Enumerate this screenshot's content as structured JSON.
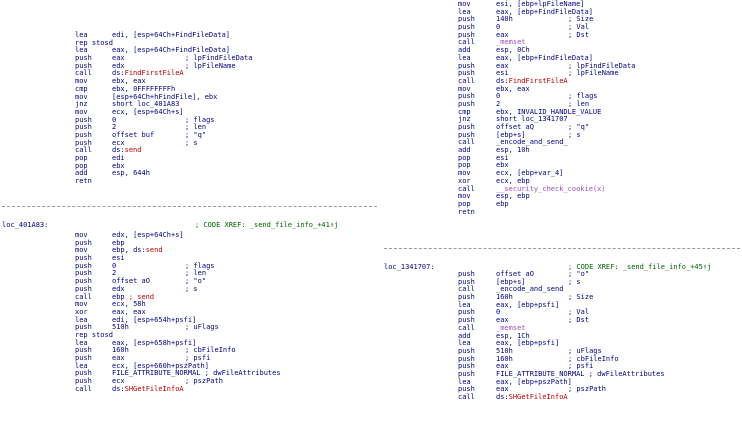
{
  "left_block1": [
    {
      "m": "lea",
      "o": "edi, [esp+64Ch+FindFileData]"
    },
    {
      "m": "rep stosd"
    },
    {
      "m": "lea",
      "o": "eax, [esp+64Ch+FindFileData]"
    },
    {
      "m": "push",
      "o": "eax",
      "c": "; lpFindFileData"
    },
    {
      "m": "push",
      "o": "edx",
      "c": "; lpFileName"
    },
    {
      "m": "call",
      "o": "ds:",
      "r": "FindFirstFileA"
    },
    {
      "m": "mov",
      "o": "ebx, eax"
    },
    {
      "m": "cmp",
      "o": "ebx, 0FFFFFFFFh"
    },
    {
      "m": "mov",
      "o": "[esp+64Ch+hFindFile], ebx"
    },
    {
      "m": "jnz",
      "o": "short loc_401A83"
    },
    {
      "m": "mov",
      "o": "ecx, [esp+64Ch+s]"
    },
    {
      "m": "push",
      "o": "0",
      "c": "; flags"
    },
    {
      "m": "push",
      "o": "2",
      "c": "; len"
    },
    {
      "m": "push",
      "o": "offset buf",
      "c": "; \"q\""
    },
    {
      "m": "push",
      "o": "ecx",
      "c": "; s"
    },
    {
      "m": "call",
      "o": "ds:",
      "r": "send"
    },
    {
      "m": "pop",
      "o": "edi"
    },
    {
      "m": "pop",
      "o": "ebx"
    },
    {
      "m": "add",
      "o": "esp, 644h"
    },
    {
      "m": "retn"
    }
  ],
  "left_label": "loc_401A83:",
  "left_xref": "; CODE XREF: _send_file_info_+41↑j",
  "left_block2": [
    {
      "m": "mov",
      "o": "edx, [esp+64Ch+s]"
    },
    {
      "m": "push",
      "o": "ebp"
    },
    {
      "m": "mov",
      "o": "ebp, ds:",
      "r": "send"
    },
    {
      "m": "push",
      "o": "esi"
    },
    {
      "m": "push",
      "o": "0",
      "c": "; flags"
    },
    {
      "m": "push",
      "o": "2",
      "c": "; len"
    },
    {
      "m": "push",
      "o": "offset aO",
      "c": "; \"o\""
    },
    {
      "m": "push",
      "o": "edx",
      "c": "; s"
    },
    {
      "m": "call",
      "o": "ebp ",
      "r": "; send"
    },
    {
      "m": "mov",
      "o": "ecx, 58h"
    },
    {
      "m": "xor",
      "o": "eax, eax"
    },
    {
      "m": "lea",
      "o": "edi, [esp+654h+psfi]"
    },
    {
      "m": "push",
      "o": "510h",
      "c": "; uFlags"
    },
    {
      "m": "rep stosd"
    },
    {
      "m": "lea",
      "o": "eax, [esp+658h+psfi]"
    },
    {
      "m": "push",
      "o": "160h",
      "c": "; cbFileInfo"
    },
    {
      "m": "push",
      "o": "eax",
      "c": "; psfi"
    },
    {
      "m": "lea",
      "o": "ecx, [esp+660h+pszPath]"
    },
    {
      "m": "push",
      "o": "FILE_ATTRIBUTE_NORMAL ; dwFileAttributes"
    },
    {
      "m": "push",
      "o": "ecx",
      "c": "; pszPath"
    },
    {
      "m": "call",
      "o": "ds:",
      "r": "SHGetFileInfoA"
    }
  ],
  "right_block1": [
    {
      "m": "mov",
      "o": "esi, [ebp+lpFileName]"
    },
    {
      "m": "lea",
      "o": "eax, [ebp+FindFileData]"
    },
    {
      "m": "push",
      "o": "140h",
      "c": "; Size"
    },
    {
      "m": "push",
      "o": "0",
      "c": "; Val"
    },
    {
      "m": "push",
      "o": "eax",
      "c": "; Dst"
    },
    {
      "m": "call",
      "p": "_memset"
    },
    {
      "m": "add",
      "o": "esp, 0Ch"
    },
    {
      "m": "lea",
      "o": "eax, [ebp+FindFileData]"
    },
    {
      "m": "push",
      "o": "eax",
      "c": "; lpFindFileData"
    },
    {
      "m": "push",
      "o": "esi",
      "c": "; lpFileName"
    },
    {
      "m": "call",
      "o": "ds:",
      "r": "FindFirstFileA"
    },
    {
      "m": "mov",
      "o": "ebx, eax"
    },
    {
      "m": "push",
      "o": "0",
      "c": "; flags"
    },
    {
      "m": "push",
      "o": "2",
      "c": "; len"
    },
    {
      "m": "cmp",
      "o": "ebx, INVALID_HANDLE_VALUE"
    },
    {
      "m": "jnz",
      "o": "short loc_1341707"
    },
    {
      "m": "push",
      "o": "offset aQ",
      "c": "; \"q\""
    },
    {
      "m": "push",
      "o": "[ebp+s]",
      "c": "; s"
    },
    {
      "m": "call",
      "o": "_encode_and_send_"
    },
    {
      "m": "add",
      "o": "esp, 10h"
    },
    {
      "m": "pop",
      "o": "esi"
    },
    {
      "m": "pop",
      "o": "ebx"
    },
    {
      "m": "mov",
      "o": "ecx, [ebp+var_4]"
    },
    {
      "m": "xor",
      "o": "ecx, ebp"
    },
    {
      "m": "call",
      "p": "__security_check_cookie(x)"
    },
    {
      "m": "mov",
      "o": "esp, ebp"
    },
    {
      "m": "pop",
      "o": "ebp"
    },
    {
      "m": "retn"
    }
  ],
  "right_label": "loc_1341707:",
  "right_xref": "; CODE XREF: _send_file_info_+45↑j",
  "right_block2": [
    {
      "m": "push",
      "o": "offset aO",
      "c": "; \"o\""
    },
    {
      "m": "push",
      "o": "[ebp+s]",
      "c": "; s"
    },
    {
      "m": "call",
      "o": "_encode_and_send"
    },
    {
      "m": "push",
      "o": "160h",
      "c": "; Size"
    },
    {
      "m": "lea",
      "o": "eax, [ebp+psfi]"
    },
    {
      "m": "push",
      "o": "0",
      "c": "; Val"
    },
    {
      "m": "push",
      "o": "eax",
      "c": "; Dst"
    },
    {
      "m": "call",
      "p": "_memset"
    },
    {
      "m": "add",
      "o": "esp, 1Ch"
    },
    {
      "m": "lea",
      "o": "eax, [ebp+psfi]"
    },
    {
      "m": "push",
      "o": "510h",
      "c": "; uFlags"
    },
    {
      "m": "push",
      "o": "160h",
      "c": "; cbFileInfo"
    },
    {
      "m": "push",
      "o": "eax",
      "c": "; psfi"
    },
    {
      "m": "push",
      "o": "FILE_ATTRIBUTE_NORMAL ; dwFileAttributes"
    },
    {
      "m": "lea",
      "o": "eax, [ebp+pszPath]"
    },
    {
      "m": "push",
      "o": "eax",
      "c": "; pszPath"
    },
    {
      "m": "call",
      "o": "ds:",
      "r": "SHGetFileInfoA"
    }
  ]
}
